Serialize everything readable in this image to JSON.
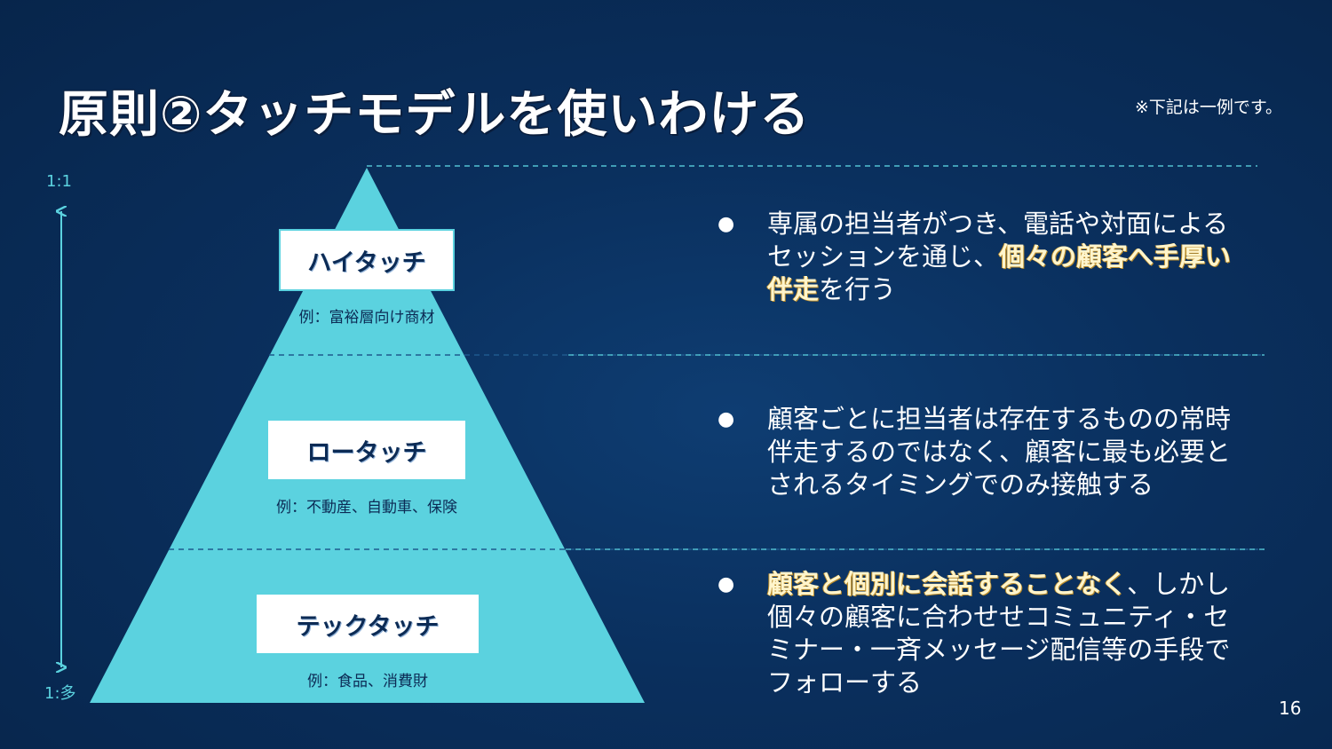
{
  "slide": {
    "title": "原則②タッチモデルを使いわける",
    "note": "※下記は一例です。",
    "page_number": "16"
  },
  "axis": {
    "top_label": "1:1",
    "bottom_label": "1:多"
  },
  "tiers": [
    {
      "name": "ハイタッチ",
      "example": "例：富裕層向け商材"
    },
    {
      "name": "ロータッチ",
      "example": "例：不動産、自動車、保険"
    },
    {
      "name": "テックタッチ",
      "example": "例：食品、消費財"
    }
  ],
  "bullets": [
    {
      "marker": "●",
      "before": "専属の担当者がつき、電話や対面によるセッションを通じ、",
      "highlight": "個々の顧客へ手厚い伴走",
      "after": "を行う"
    },
    {
      "marker": "●",
      "before": "顧客ごとに担当者は存在するものの常時伴走するのではなく、顧客に最も必要とされるタイミングでのみ接触する",
      "highlight": "",
      "after": ""
    },
    {
      "marker": "●",
      "before": "",
      "highlight": "顧客と個別に会話することなく",
      "after": "、しかし個々の顧客に合わせせコミュニティ・セミナー・一斉メッセージ配信等の手段でフォローする"
    }
  ],
  "colors": {
    "background": "#0a2f5d",
    "pyramid": "#5bd2df",
    "accent_text": "#fff5cc",
    "box_text": "#0c2b55"
  }
}
